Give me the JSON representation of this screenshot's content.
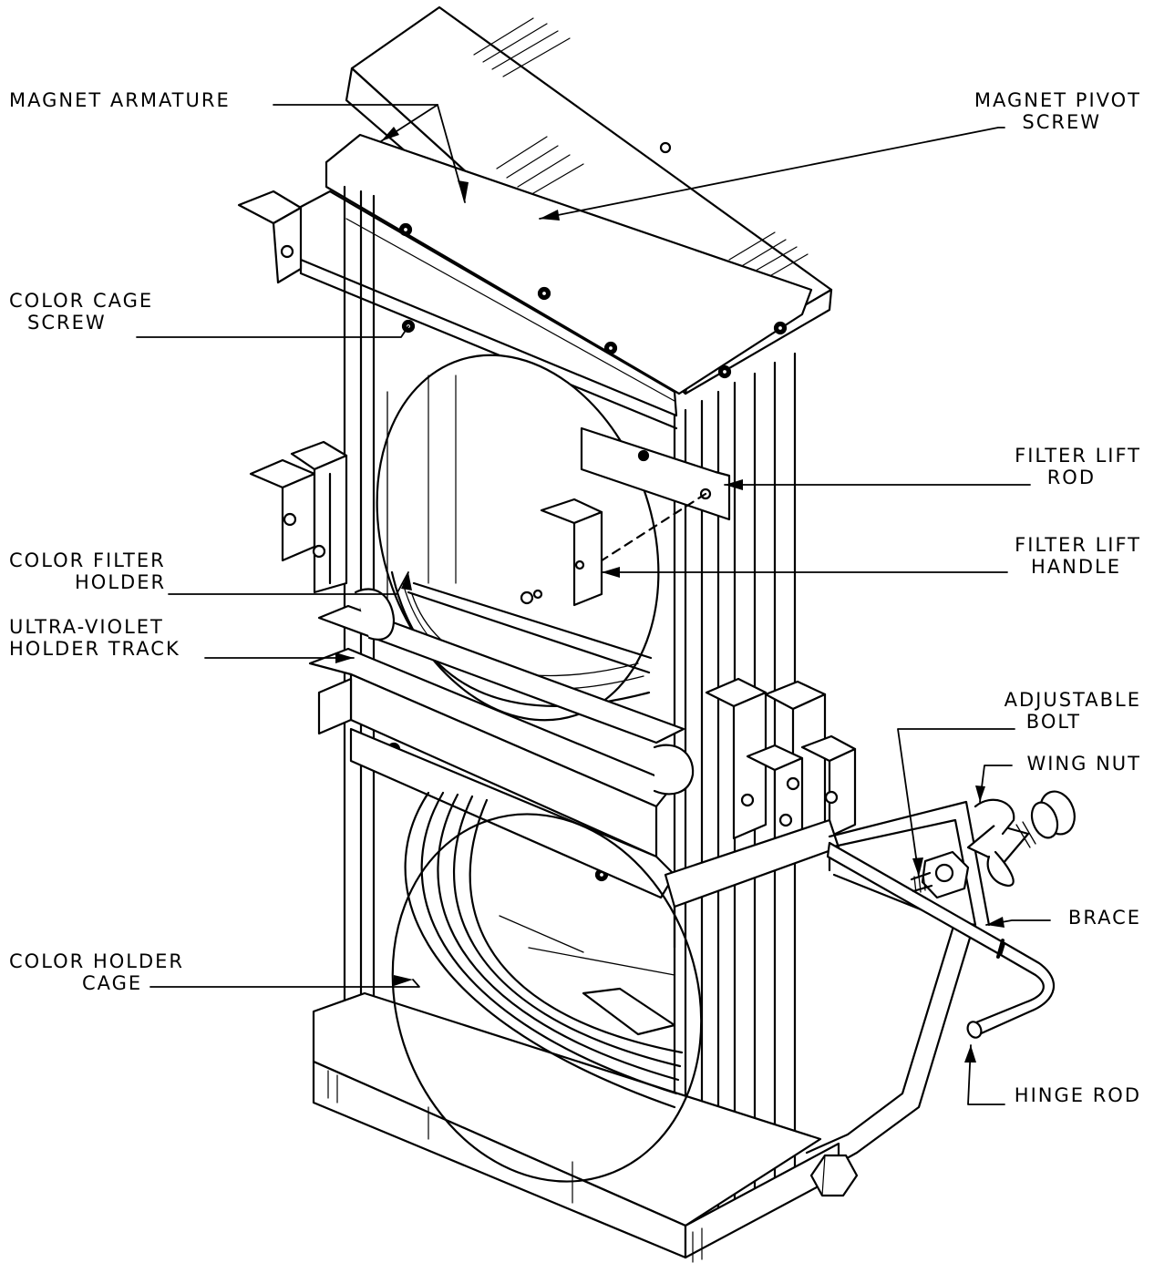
{
  "diagram": {
    "labels": {
      "magnet_armature": [
        "MAGNET ARMATURE"
      ],
      "magnet_pivot_screw": [
        "MAGNET PIVOT",
        "SCREW"
      ],
      "color_cage_screw": [
        "COLOR CAGE",
        "SCREW"
      ],
      "filter_lift_rod": [
        "FILTER LIFT",
        "ROD"
      ],
      "color_filter_holder": [
        "COLOR FILTER",
        "HOLDER"
      ],
      "filter_lift_handle": [
        "FILTER LIFT",
        "HANDLE"
      ],
      "ultra_violet_holder_track": [
        "ULTRA-VIOLET",
        "HOLDER TRACK"
      ],
      "adjustable_bolt": [
        "ADJUSTABLE",
        "BOLT"
      ],
      "wing_nut": [
        "WING NUT"
      ],
      "brace": [
        "BRACE"
      ],
      "color_holder_cage": [
        "COLOR HOLDER",
        "CAGE"
      ],
      "hinge_rod": [
        "HINGE ROD"
      ]
    },
    "colors": {
      "ink": "#000000",
      "paper": "#ffffff"
    }
  }
}
